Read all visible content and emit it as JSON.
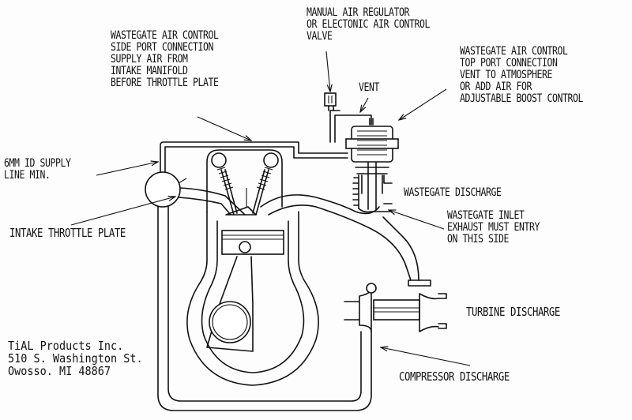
{
  "diagram": {
    "title": "Wastegate plumbing diagram",
    "labels": {
      "side_port": [
        "WASTEGATE AIR CONTROL",
        "SIDE PORT CONNECTION",
        "SUPPLY AIR FROM",
        "INTAKE MANIFOLD",
        "BEFORE THROTTLE PLATE"
      ],
      "regulator": [
        "MANUAL AIR REGULATOR",
        "OR ELECTONIC AIR CONTROL",
        "VALVE"
      ],
      "vent": "VENT",
      "top_port": [
        "WASTEGATE AIR CONTROL",
        "TOP PORT CONNECTION",
        "VENT TO ATMOSPHERE",
        "OR ADD AIR FOR",
        "ADJUSTABLE BOOST CONTROL"
      ],
      "supply_line": [
        "6MM ID SUPPLY",
        "LINE MIN."
      ],
      "throttle_plate": "INTAKE THROTTLE PLATE",
      "wastegate_discharge": "WASTEGATE DISCHARGE",
      "wastegate_inlet": [
        "WASTEGATE INLET",
        "EXHAUST MUST ENTRY",
        "ON THIS SIDE"
      ],
      "turbine_discharge": "TURBINE DISCHARGE",
      "compressor_discharge": "COMPRESSOR DISCHARGE"
    },
    "company": {
      "name": "TiAL Products Inc.",
      "street": "510 S. Washington St.",
      "city": "Owosso. MI 48867"
    },
    "line_color": "#111111",
    "background": "#fdfdfd"
  }
}
